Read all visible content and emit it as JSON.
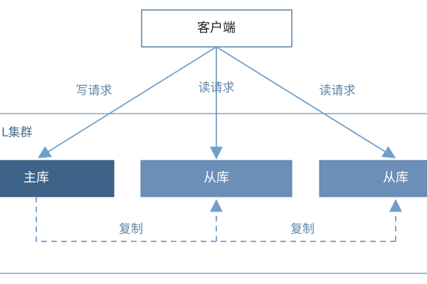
{
  "client": {
    "label": "客户端"
  },
  "cluster": {
    "label": "L集群"
  },
  "nodes": {
    "master": "主库",
    "slave_1": "从库",
    "slave_2": "从库"
  },
  "edges": {
    "write_label": "写请求",
    "read_label_1": "读请求",
    "read_label_2": "读请求",
    "replicate_label_1": "复制",
    "replicate_label_2": "复制"
  },
  "colors": {
    "arrow": "#6f9fcb",
    "master_fill": "#3e6388",
    "slave_fill": "#6b8fb7",
    "box_border": "#5a7fa4",
    "cluster_border": "#8aa3ba"
  }
}
